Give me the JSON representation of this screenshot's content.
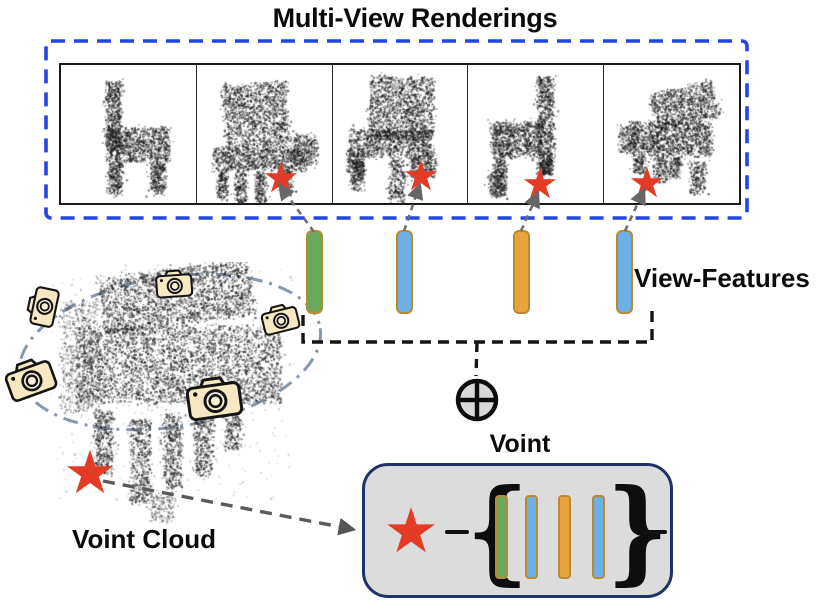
{
  "title": "Multi-View Renderings",
  "labels": {
    "view_features": "View-Features",
    "voint": "Voint",
    "voint_cloud": "Voint Cloud"
  },
  "symbols": {
    "star": "★",
    "aggregation": "⊕",
    "brace_left": "{",
    "brace_right": "}"
  },
  "renderings": {
    "panel_count": 5,
    "panels": [
      {
        "name": "rendered-view-1",
        "has_star": false
      },
      {
        "name": "rendered-view-2",
        "has_star": true
      },
      {
        "name": "rendered-view-3",
        "has_star": true
      },
      {
        "name": "rendered-view-4",
        "has_star": true
      },
      {
        "name": "rendered-view-5",
        "has_star": true
      }
    ]
  },
  "view_features": {
    "bar_colors": [
      "#68a95c",
      "#6cb0e4",
      "#e9a33c",
      "#6cb0e4"
    ],
    "bar_border": "#b98a33"
  },
  "voint_set": {
    "bar_colors": [
      "#68a95c",
      "#6cb0e4",
      "#e9a33c",
      "#6cb0e4"
    ],
    "bar_border": "#b98a33"
  },
  "cameras": {
    "count": 5
  },
  "colors": {
    "star": "#e23b26",
    "frame_dashed": "#2444e4",
    "voint_box_border": "#1e3264",
    "voint_box_fill": "#dcdcdc",
    "camera_orbit": "#8598ad",
    "arrow_gray": "#5f5f5f",
    "bracket_black": "#141414"
  }
}
